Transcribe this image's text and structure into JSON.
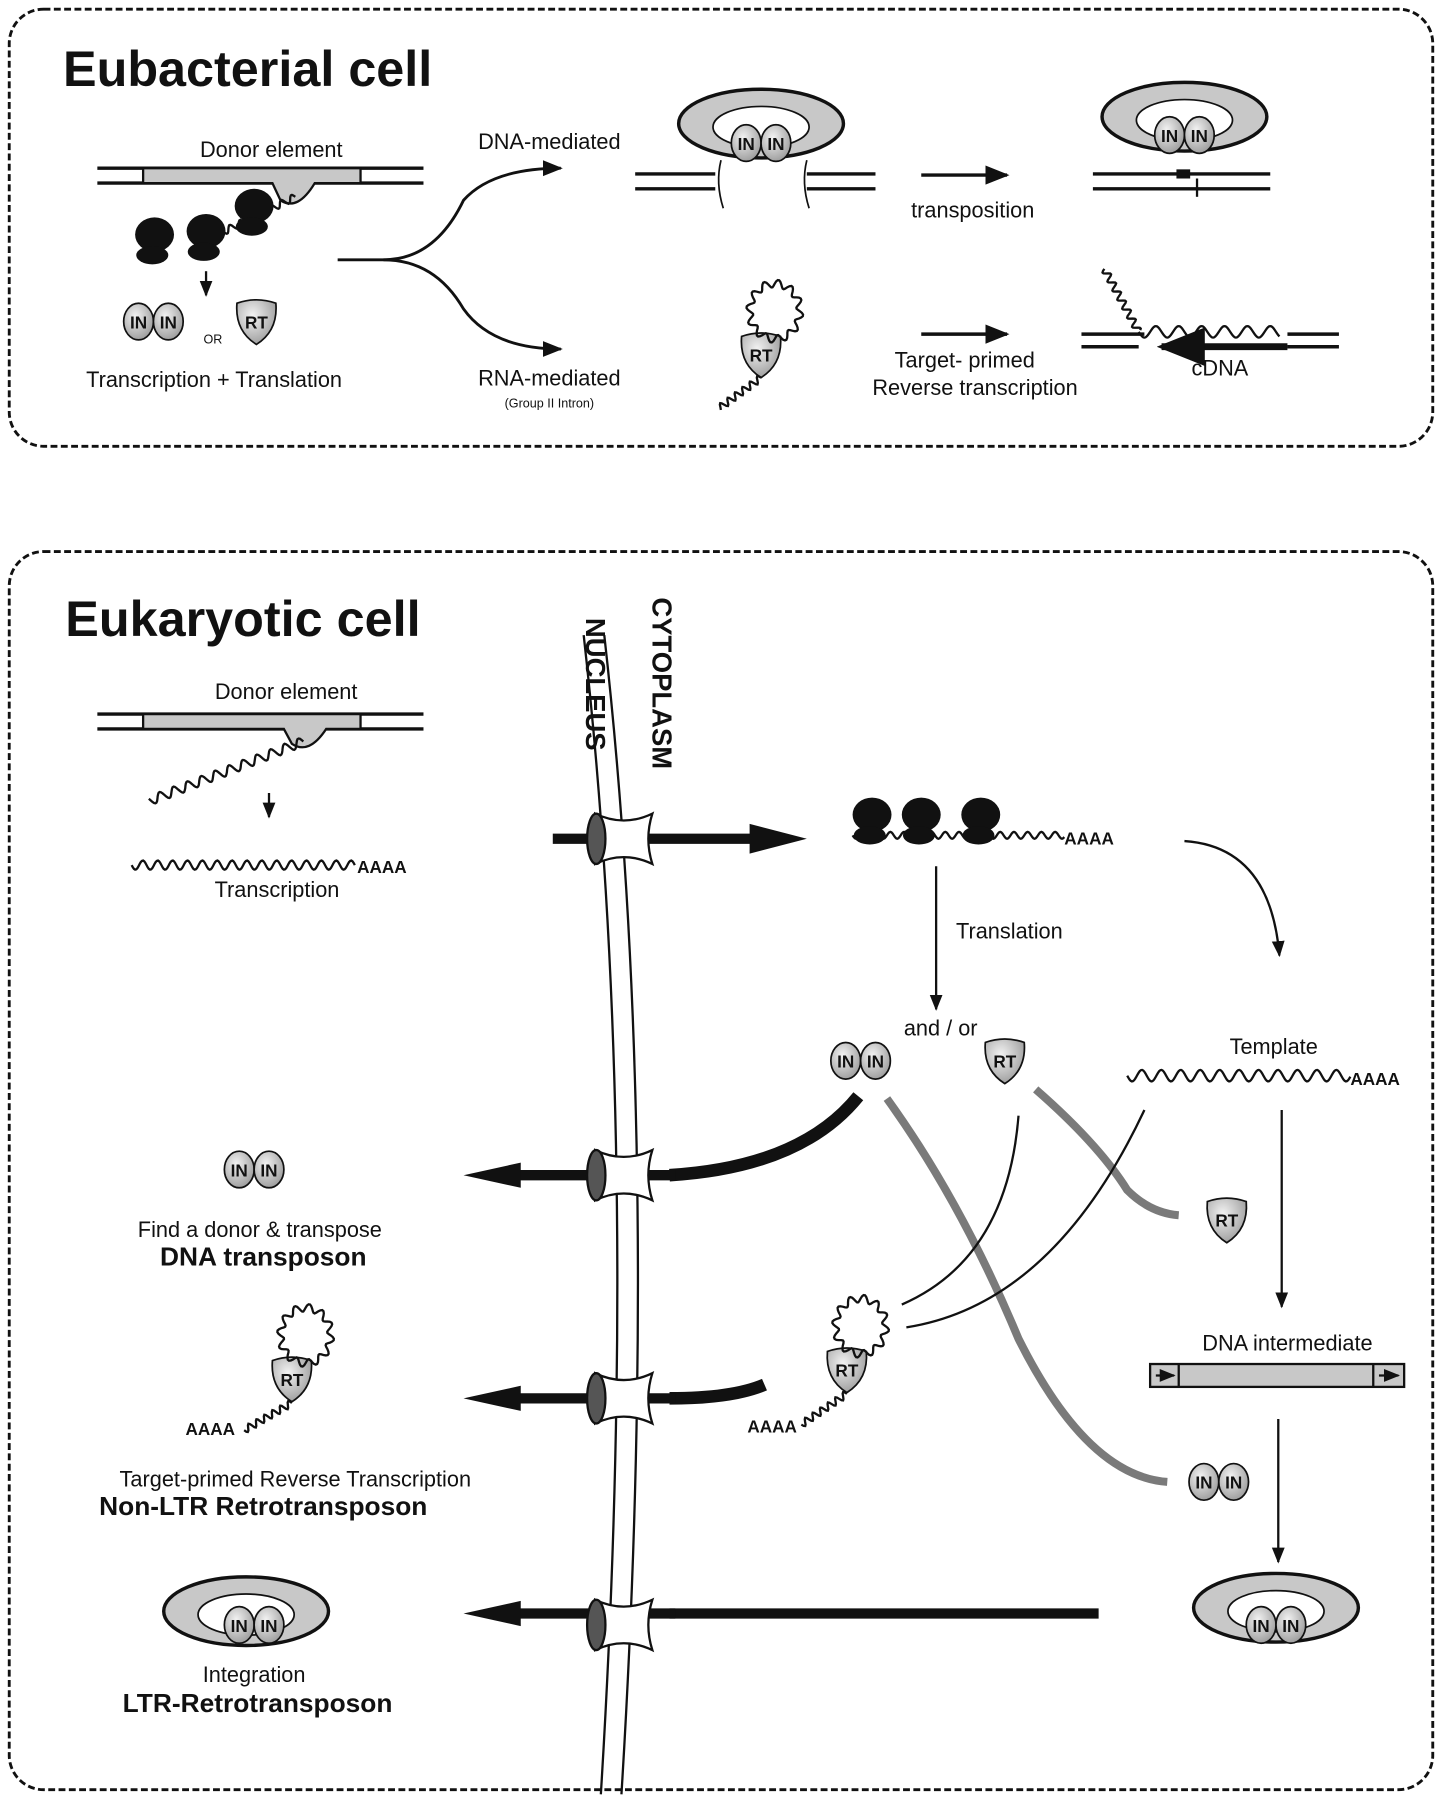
{
  "top_panel": {
    "title": "Eubacterial cell",
    "donor_label": "Donor element",
    "or_label": "OR",
    "expression_label": "Transcription + Translation",
    "dna_branch": "DNA-mediated",
    "rna_branch": "RNA-mediated",
    "rna_branch_note": "(Group II Intron)",
    "transposition_label": "transposition",
    "tprt_line1": "Target- primed",
    "tprt_line2": "Reverse transcription",
    "cdna_label": "cDNA"
  },
  "bottom_panel": {
    "title": "Eukaryotic cell",
    "donor_label": "Donor element",
    "transcription_label": "Transcription",
    "nucleus_label": "NUCLEUS",
    "cytoplasm_label": "CYTOPLASM",
    "polya": "AAAA",
    "translation_label": "Translation",
    "and_or_label": "and / or",
    "template_label": "Template",
    "dna_intermediate_label": "DNA intermediate",
    "outcomes": [
      {
        "description": "Find a donor & transpose",
        "class": "DNA transposon"
      },
      {
        "description": "Target-primed Reverse Transcription",
        "class": "Non-LTR Retrotransposon"
      },
      {
        "description": "Integration",
        "class": "LTR-Retrotransposon"
      }
    ]
  },
  "proteins": {
    "integrase": "IN",
    "reverse_transcriptase": "RT"
  },
  "colors": {
    "ink": "#111111",
    "protein_fill": "#cfcfcf",
    "element_fill": "#c8c8c8",
    "gray_path": "#7a7a7a"
  }
}
